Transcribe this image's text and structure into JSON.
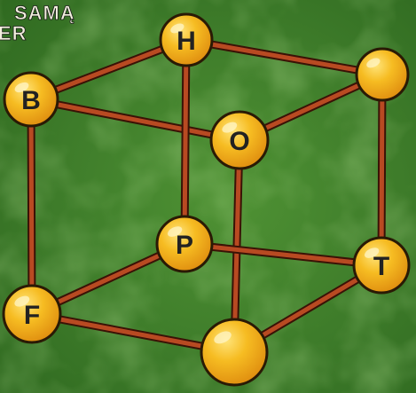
{
  "corner_text": {
    "line1": "SAMĄ",
    "line2": "ER"
  },
  "colors": {
    "background": "#3f7d2b",
    "rod": "#b84a22",
    "rod_outline": "#3a1206",
    "sphere": "#f2b51e",
    "sphere_highlight": "#ffe06a",
    "sphere_outline": "#2a1a05",
    "letter": "#222222"
  },
  "nodes": [
    {
      "id": "h",
      "label": "H"
    },
    {
      "id": "b",
      "label": "B"
    },
    {
      "id": "top-right",
      "label": ""
    },
    {
      "id": "o",
      "label": "O"
    },
    {
      "id": "p",
      "label": "P"
    },
    {
      "id": "f",
      "label": "F"
    },
    {
      "id": "t",
      "label": "T"
    },
    {
      "id": "bottom-front",
      "label": ""
    }
  ],
  "edges": [
    [
      "b",
      "h"
    ],
    [
      "h",
      "top-right"
    ],
    [
      "b",
      "o"
    ],
    [
      "o",
      "top-right"
    ],
    [
      "b",
      "f"
    ],
    [
      "h",
      "p"
    ],
    [
      "o",
      "bottom-front"
    ],
    [
      "top-right",
      "t"
    ],
    [
      "f",
      "p"
    ],
    [
      "p",
      "t"
    ],
    [
      "f",
      "bottom-front"
    ],
    [
      "bottom-front",
      "t"
    ]
  ]
}
